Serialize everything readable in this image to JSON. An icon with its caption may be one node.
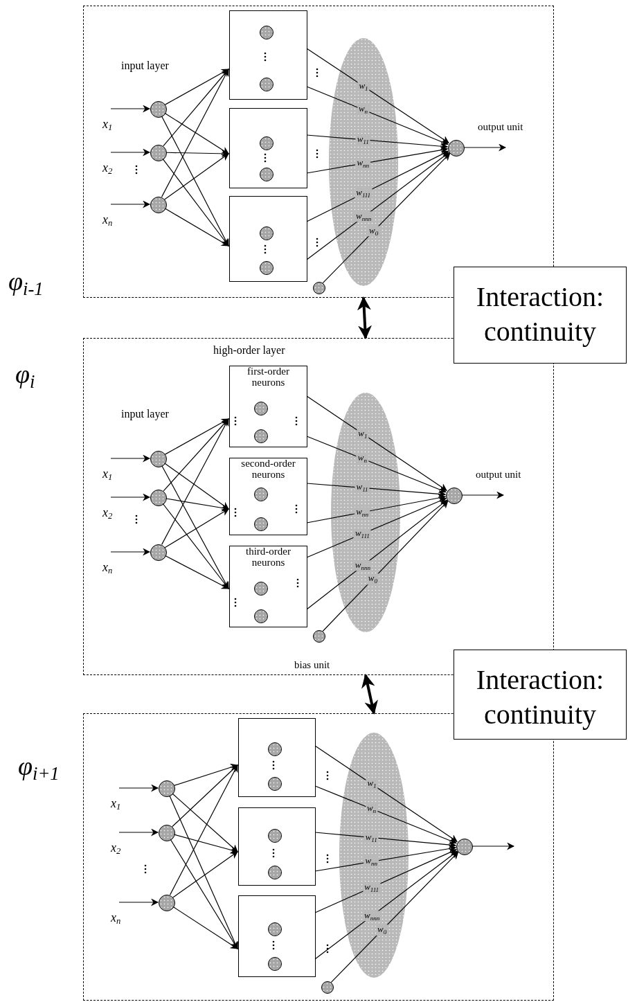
{
  "diagram": {
    "nodes": [
      {
        "text": [],
        "shape": "box",
        "beside": [
          "φ$_{i-1}$"
        ]
      },
      {
        "text": [],
        "shape": "circle",
        "in": 0,
        "beside": [
          "x$_{1}$"
        ]
      },
      {
        "text": [],
        "shape": "circle",
        "in": 0,
        "beside": [
          "x$_{2}$"
        ]
      },
      {
        "text": [],
        "shape": "circle",
        "in": 0,
        "beside": [
          "x$_{n}$"
        ]
      },
      {
        "text": [],
        "shape": "box",
        "in": 0
      },
      {
        "text": [],
        "shape": "circle",
        "in": 4
      },
      {
        "text": [],
        "shape": "circle",
        "in": 4
      },
      {
        "text": [],
        "shape": "box",
        "in": 0
      },
      {
        "text": [],
        "shape": "circle",
        "in": 7
      },
      {
        "text": [],
        "shape": "circle",
        "in": 7
      },
      {
        "text": [],
        "shape": "box",
        "in": 0
      },
      {
        "text": [],
        "shape": "circle",
        "in": 10
      },
      {
        "text": [],
        "shape": "circle",
        "in": 10
      },
      {
        "text": [],
        "shape": "circle",
        "in": 0,
        "beside": [
          "output unit"
        ]
      },
      {
        "text": [],
        "shape": "circle",
        "in": 0
      },
      {
        "text": [],
        "shape": "box",
        "beside": [
          "φ$_{i}$"
        ]
      },
      {
        "text": [],
        "shape": "circle",
        "in": 15,
        "beside": [
          "x$_{1}$"
        ]
      },
      {
        "text": [],
        "shape": "circle",
        "in": 15,
        "beside": [
          "x$_{2}$"
        ]
      },
      {
        "text": [],
        "shape": "circle",
        "in": 15,
        "beside": [
          "x$_{n}$"
        ]
      },
      {
        "text": [
          "first-order neurons"
        ],
        "in": 15
      },
      {
        "text": [],
        "shape": "circle",
        "in": 19
      },
      {
        "text": [],
        "shape": "circle",
        "in": 19
      },
      {
        "text": [
          "second-order neurons"
        ],
        "in": 15
      },
      {
        "text": [],
        "shape": "circle",
        "in": 22
      },
      {
        "text": [],
        "shape": "circle",
        "in": 22
      },
      {
        "text": [
          "third-order neurons"
        ],
        "in": 15
      },
      {
        "text": [],
        "shape": "circle",
        "in": 25
      },
      {
        "text": [],
        "shape": "circle",
        "in": 25
      },
      {
        "text": [],
        "shape": "circle",
        "in": 15,
        "beside": [
          "output unit"
        ]
      },
      {
        "text": [],
        "shape": "circle",
        "in": 15,
        "beside": [
          "bias unit"
        ]
      },
      {
        "text": [],
        "shape": "box",
        "beside": [
          "φ$_{i+1}$"
        ]
      },
      {
        "text": [],
        "shape": "circle",
        "in": 30,
        "beside": [
          "x$_{1}$"
        ]
      },
      {
        "text": [],
        "shape": "circle",
        "in": 30,
        "beside": [
          "x$_{2}$"
        ]
      },
      {
        "text": [],
        "shape": "circle",
        "in": 30,
        "beside": [
          "x$_{n}$"
        ]
      },
      {
        "text": [],
        "shape": "box",
        "in": 30
      },
      {
        "text": [],
        "shape": "circle",
        "in": 34
      },
      {
        "text": [],
        "shape": "circle",
        "in": 34
      },
      {
        "text": [],
        "shape": "box",
        "in": 30
      },
      {
        "text": [],
        "shape": "circle",
        "in": 37
      },
      {
        "text": [],
        "shape": "circle",
        "in": 37
      },
      {
        "text": [],
        "shape": "box",
        "in": 30
      },
      {
        "text": [],
        "shape": "circle",
        "in": 40
      },
      {
        "text": [],
        "shape": "circle",
        "in": 40
      },
      {
        "text": [],
        "shape": "circle",
        "in": 30
      },
      {
        "text": [],
        "shape": "circle",
        "in": 30
      },
      {
        "text": [
          "Interaction: continuity"
        ]
      },
      {
        "text": [
          "Interaction: continuity"
        ]
      }
    ],
    "edges": [
      {
        "from": null,
        "to": 1,
        "arrow": "to"
      },
      {
        "from": null,
        "to": 2,
        "arrow": "to"
      },
      {
        "from": null,
        "to": 3,
        "arrow": "to"
      },
      {
        "from": 1,
        "to": 4,
        "arrow": "to"
      },
      {
        "from": 1,
        "to": 7,
        "arrow": "to"
      },
      {
        "from": 1,
        "to": 10,
        "arrow": "to"
      },
      {
        "from": 2,
        "to": 4,
        "arrow": "to"
      },
      {
        "from": 2,
        "to": 7,
        "arrow": "to"
      },
      {
        "from": 2,
        "to": 10,
        "arrow": "to"
      },
      {
        "from": 3,
        "to": 4,
        "arrow": "to"
      },
      {
        "from": 3,
        "to": 7,
        "arrow": "to"
      },
      {
        "from": 3,
        "to": 10,
        "arrow": "to"
      },
      {
        "from": 4,
        "to": 13,
        "arrow": "to",
        "label": "w$_{1}$"
      },
      {
        "from": 4,
        "to": 13,
        "arrow": "to",
        "label": "w$_{n}$"
      },
      {
        "from": 7,
        "to": 13,
        "arrow": "to",
        "label": "w$_{11}$"
      },
      {
        "from": 7,
        "to": 13,
        "arrow": "to",
        "label": "w$_{nn}$"
      },
      {
        "from": 10,
        "to": 13,
        "arrow": "to",
        "label": "w$_{111}$"
      },
      {
        "from": 10,
        "to": 13,
        "arrow": "to",
        "label": "w$_{nnn}$"
      },
      {
        "from": 14,
        "to": 13,
        "arrow": "to",
        "label": "w$_{0}$"
      },
      {
        "from": 13,
        "to": null,
        "arrow": "to"
      },
      {
        "from": null,
        "to": 16,
        "arrow": "to"
      },
      {
        "from": null,
        "to": 17,
        "arrow": "to"
      },
      {
        "from": null,
        "to": 18,
        "arrow": "to"
      },
      {
        "from": 16,
        "to": 19,
        "arrow": "to"
      },
      {
        "from": 16,
        "to": 22,
        "arrow": "to"
      },
      {
        "from": 16,
        "to": 25,
        "arrow": "to"
      },
      {
        "from": 17,
        "to": 19,
        "arrow": "to"
      },
      {
        "from": 17,
        "to": 22,
        "arrow": "to"
      },
      {
        "from": 17,
        "to": 25,
        "arrow": "to"
      },
      {
        "from": 18,
        "to": 19,
        "arrow": "to"
      },
      {
        "from": 18,
        "to": 22,
        "arrow": "to"
      },
      {
        "from": 18,
        "to": 25,
        "arrow": "to"
      },
      {
        "from": 19,
        "to": 28,
        "arrow": "to",
        "label": "w$_{1}$"
      },
      {
        "from": 19,
        "to": 28,
        "arrow": "to",
        "label": "w$_{n}$"
      },
      {
        "from": 22,
        "to": 28,
        "arrow": "to",
        "label": "w$_{11}$"
      },
      {
        "from": 22,
        "to": 28,
        "arrow": "to",
        "label": "w$_{nn}$"
      },
      {
        "from": 25,
        "to": 28,
        "arrow": "to",
        "label": "w$_{111}$"
      },
      {
        "from": 25,
        "to": 28,
        "arrow": "to",
        "label": "w$_{nnn}$"
      },
      {
        "from": 29,
        "to": 28,
        "arrow": "to",
        "label": "w$_{0}$"
      },
      {
        "from": 28,
        "to": null,
        "arrow": "to"
      },
      {
        "from": null,
        "to": 31,
        "arrow": "to"
      },
      {
        "from": null,
        "to": 32,
        "arrow": "to"
      },
      {
        "from": null,
        "to": 33,
        "arrow": "to"
      },
      {
        "from": 31,
        "to": 34,
        "arrow": "to"
      },
      {
        "from": 31,
        "to": 37,
        "arrow": "to"
      },
      {
        "from": 31,
        "to": 40,
        "arrow": "to"
      },
      {
        "from": 32,
        "to": 34,
        "arrow": "to"
      },
      {
        "from": 32,
        "to": 37,
        "arrow": "to"
      },
      {
        "from": 32,
        "to": 40,
        "arrow": "to"
      },
      {
        "from": 33,
        "to": 34,
        "arrow": "to"
      },
      {
        "from": 33,
        "to": 37,
        "arrow": "to"
      },
      {
        "from": 33,
        "to": 40,
        "arrow": "to"
      },
      {
        "from": 34,
        "to": 43,
        "arrow": "to",
        "label": "w$_{1}$"
      },
      {
        "from": 34,
        "to": 43,
        "arrow": "to",
        "label": "w$_{n}$"
      },
      {
        "from": 37,
        "to": 43,
        "arrow": "to",
        "label": "w$_{11}$"
      },
      {
        "from": 37,
        "to": 43,
        "arrow": "to",
        "label": "w$_{nn}$"
      },
      {
        "from": 40,
        "to": 43,
        "arrow": "to",
        "label": "w$_{111}$"
      },
      {
        "from": 40,
        "to": 43,
        "arrow": "to",
        "label": "w$_{nnn}$"
      },
      {
        "from": 44,
        "to": 43,
        "arrow": "to",
        "label": "w$_{0}$"
      },
      {
        "from": 43,
        "to": null,
        "arrow": "to"
      },
      {
        "from": 0,
        "to": 15,
        "arrow": "both",
        "style": "thick"
      },
      {
        "from": 15,
        "to": 30,
        "arrow": "both",
        "style": "thick"
      }
    ],
    "labels": [
      "input layer",
      "high-order layer",
      "input layer"
    ]
  }
}
